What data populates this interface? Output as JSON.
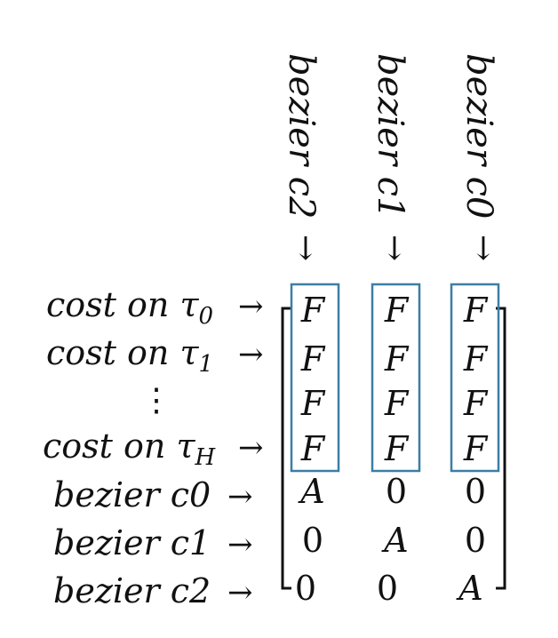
{
  "colors": {
    "ink": "#111111",
    "highlight_box": "#3b7ea6"
  },
  "column_headers": [
    {
      "label": "bezier c2",
      "arrow": "↓"
    },
    {
      "label": "bezier c1",
      "arrow": "↓"
    },
    {
      "label": "bezier c0",
      "arrow": "↓"
    }
  ],
  "row_labels": [
    {
      "text": "cost on τ",
      "subscript": "0",
      "arrow": "→"
    },
    {
      "text": "cost on τ",
      "subscript": "1",
      "arrow": "→"
    },
    {
      "text": "⋮",
      "subscript": "",
      "arrow": ""
    },
    {
      "text": "cost on τ",
      "subscript": "H",
      "arrow": "→"
    },
    {
      "text": "bezier c0",
      "subscript": "",
      "arrow": "→"
    },
    {
      "text": "bezier c1",
      "subscript": "",
      "arrow": "→"
    },
    {
      "text": "bezier c2",
      "subscript": "",
      "arrow": "→"
    }
  ],
  "matrix": [
    [
      "F",
      "F",
      "F"
    ],
    [
      "F",
      "F",
      "F"
    ],
    [
      "F",
      "F",
      "F"
    ],
    [
      "F",
      "F",
      "F"
    ],
    [
      "A",
      "0",
      "0"
    ],
    [
      "0",
      "A",
      "0"
    ],
    [
      "0",
      "0",
      "A"
    ]
  ]
}
